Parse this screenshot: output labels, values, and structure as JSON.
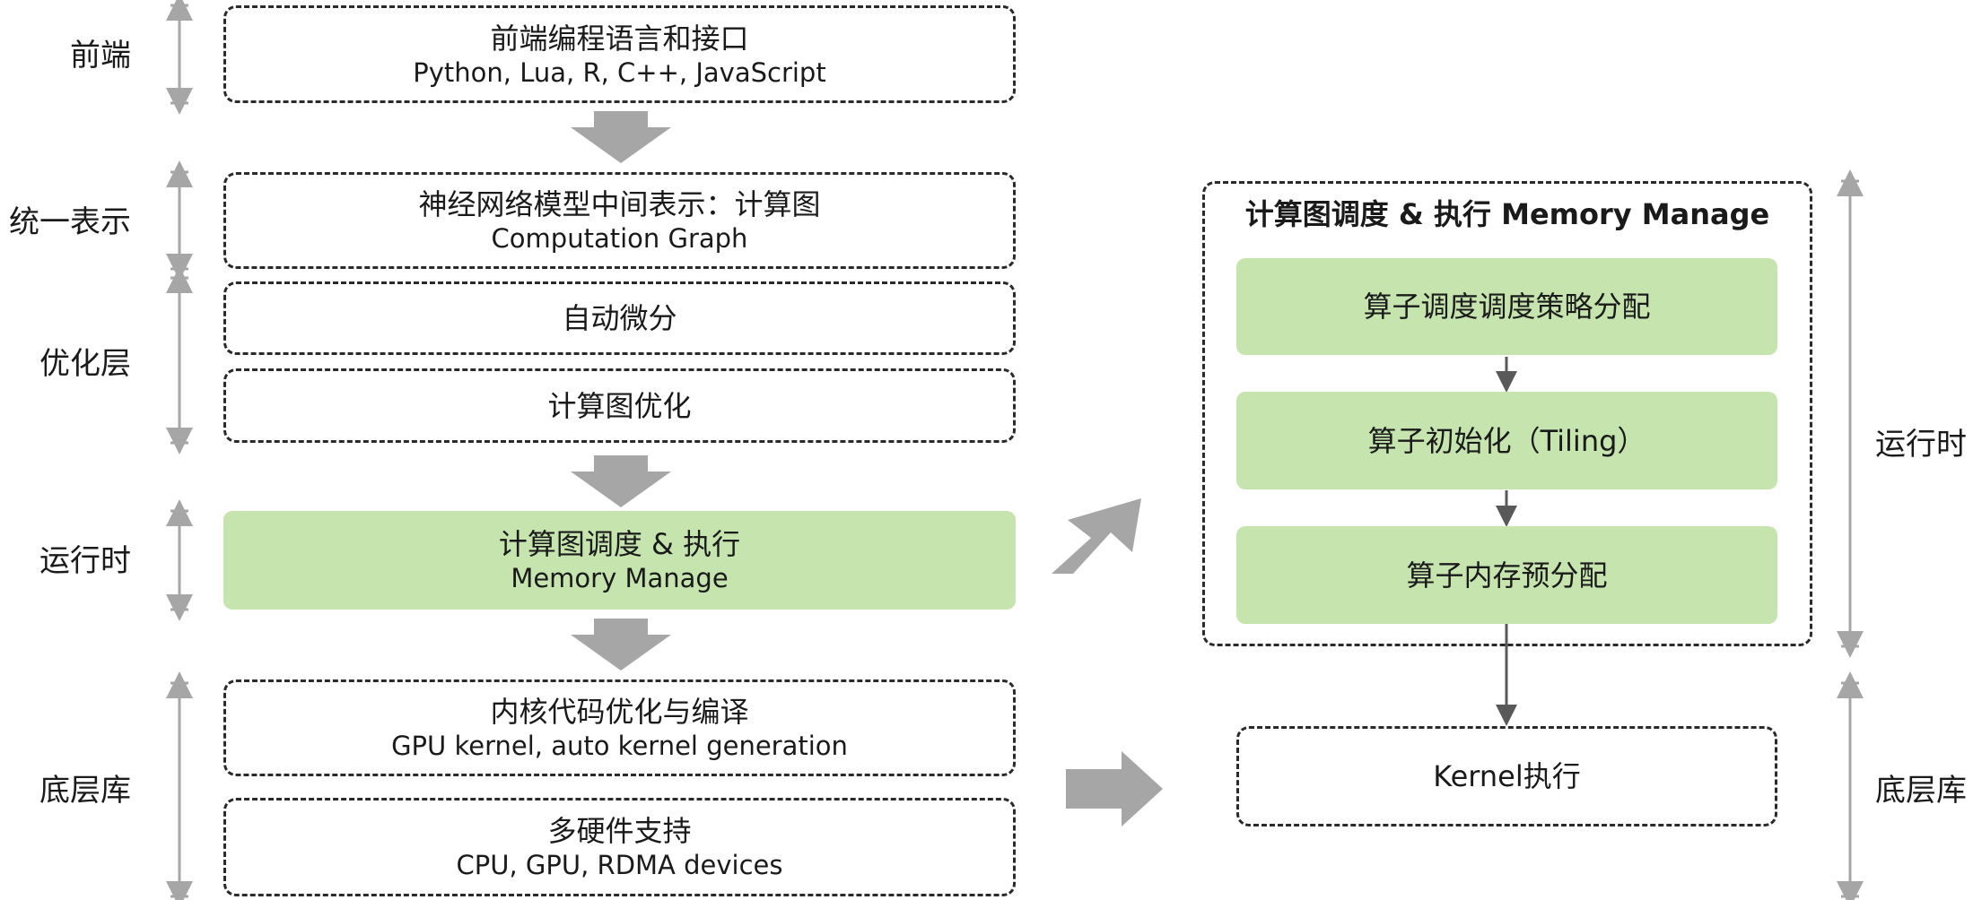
{
  "left_labels": {
    "frontend": "前端",
    "unified": "统一表示",
    "optimize": "优化层",
    "runtime": "运行时",
    "lowlevel": "底层库"
  },
  "boxes": {
    "frontend_title": "前端编程语言和接口",
    "frontend_sub": "Python, Lua, R, C++, JavaScript",
    "graph_title": "神经网络模型中间表示：计算图",
    "graph_sub": "Computation Graph",
    "autodiff": "自动微分",
    "graph_opt": "计算图优化",
    "runtime_title": "计算图调度 & 执行",
    "runtime_sub": "Memory Manage",
    "kernel_title": "内核代码优化与编译",
    "kernel_sub": "GPU kernel, auto kernel generation",
    "hw_title": "多硬件支持",
    "hw_sub": "CPU, GPU, RDMA devices"
  },
  "right_panel": {
    "title": "计算图调度 & 执行 Memory Manage",
    "step1": "算子调度调度策略分配",
    "step2": "算子初始化（Tiling）",
    "step3": "算子内存预分配",
    "kernel_exec": "Kernel执行"
  },
  "right_labels": {
    "runtime": "运行时",
    "lowlevel": "底层库"
  },
  "colors": {
    "green": "#c5e4ae",
    "arrow_gray": "#a6a6a6",
    "dark_arrow": "#595959",
    "dashed_border": "#2a2a2a"
  }
}
